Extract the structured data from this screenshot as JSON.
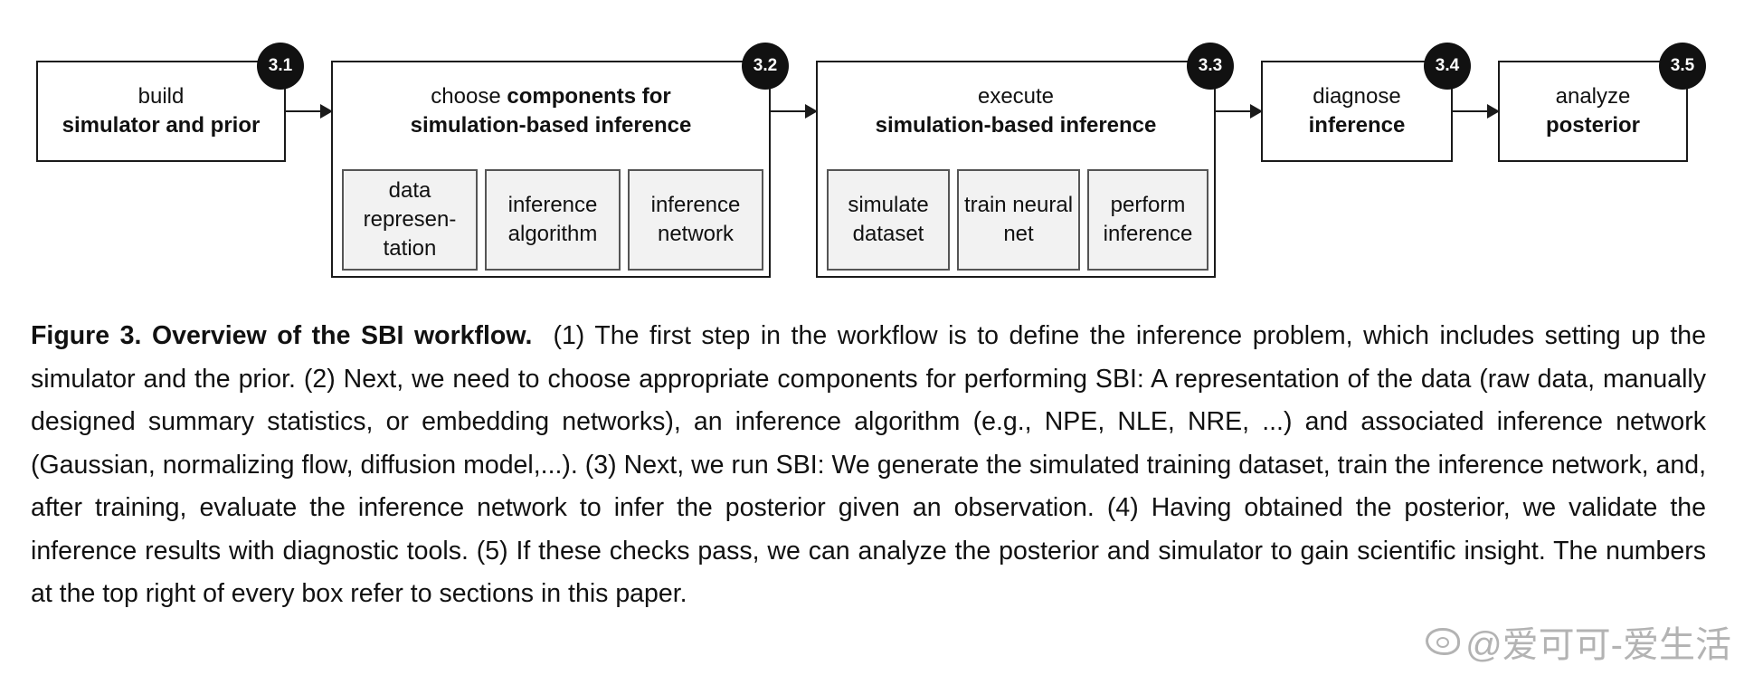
{
  "steps": [
    {
      "section": "3.1",
      "title_light": "build",
      "title_bold": "simulator and prior"
    },
    {
      "section": "3.2",
      "title_light": "choose ",
      "title_bold": "components for",
      "title_bold_2": "simulation-based inference",
      "subs": [
        "data represen- tation",
        "inference algorithm",
        "inference network"
      ]
    },
    {
      "section": "3.3",
      "title_light": "execute",
      "title_bold": "simulation-based inference",
      "subs": [
        "simulate dataset",
        "train neural net",
        "perform inference"
      ]
    },
    {
      "section": "3.4",
      "title_light": "diagnose",
      "title_bold": "inference"
    },
    {
      "section": "3.5",
      "title_light": "analyze",
      "title_bold": "posterior"
    }
  ],
  "caption": {
    "label": "Figure 3. Overview of the SBI workflow.",
    "text": "(1) The first step in the workflow is to define the inference problem, which includes setting up the simulator and the prior. (2) Next, we need to choose appropriate components for performing SBI: A representation of the data (raw data, manually designed summary statistics, or embedding networks), an inference algorithm (e.g., NPE, NLE, NRE, ...) and associated inference network (Gaussian, normalizing flow, diffusion model,...). (3) Next, we run SBI: We generate the simulated training dataset, train the inference network, and, after training, evaluate the inference network to infer the posterior given an observation. (4) Having obtained the posterior, we validate the inference results with diagnostic tools. (5) If these checks pass, we can analyze the posterior and simulator to gain scientific insight. The numbers at the top right of every box refer to sections in this paper."
  },
  "watermark": "@爱可可-爱生活"
}
